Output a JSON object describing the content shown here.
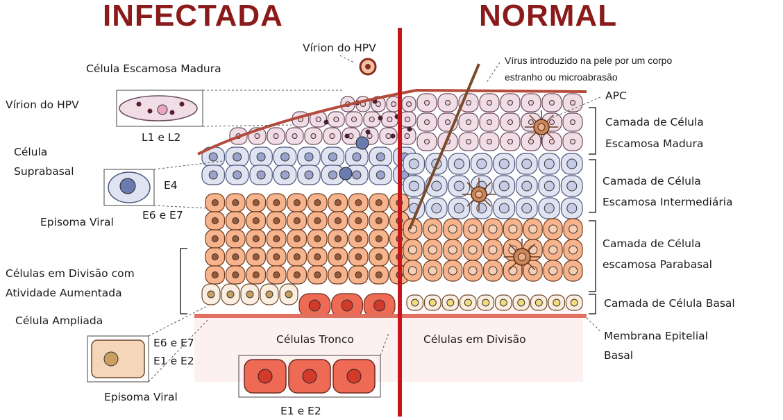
{
  "titles": {
    "left": "INFECTADA",
    "right": "NORMAL"
  },
  "labels": {
    "virion_top": "Vírion do HPV",
    "celula_escamosa_madura": "Célula Escamosa Madura",
    "virion_side": "Vírion do HPV",
    "l1_l2": "L1 e L2",
    "celula_suprabasal_1": "Célula",
    "celula_suprabasal_2": "Suprabasal",
    "e4": "E4",
    "e6_e7_top": "E6 e E7",
    "episoma_viral_top": "Episoma Viral",
    "divisao_aumentada_1": "Células em Divisão com",
    "divisao_aumentada_2": "Atividade Aumentada",
    "celula_ampliada": "Célula Ampliada",
    "e6_e7_bottom": "E6 e E7",
    "e1_e2_small": "E1 e E2",
    "episoma_viral_bottom": "Episoma Viral",
    "celulas_tronco": "Células Tronco",
    "e1_e2_bottom": "E1 e E2",
    "celulas_em_divisao": "Células em Divisão",
    "virus_intro_1": "Vírus introduzido na pele por um corpo",
    "virus_intro_2": "estranho ou microabrasão",
    "apc": "APC",
    "camada_madura_1": "Camada de Célula",
    "camada_madura_2": "Escamosa Madura",
    "camada_intermediaria_1": "Camada de Célula",
    "camada_intermediaria_2": "Escamosa Intermediária",
    "camada_parabasal_1": "Camada de Célula",
    "camada_parabasal_2": "escamosa Parabasal",
    "camada_basal": "Camada de Célula Basal",
    "membrana_1": "Membrana Epitelial",
    "membrana_2": "Basal"
  },
  "colors": {
    "title": "#8b1a1a",
    "divider": "#c4161c",
    "mature_cell": "#f0dde6",
    "intermediate_cell": "#dfe3f2",
    "parabasal_cell": "#f6b38c",
    "basal_cell": "#fbeee0",
    "stem_cell": "#ee6a55",
    "membrane": "#e07060",
    "apc": "#c8865a"
  }
}
